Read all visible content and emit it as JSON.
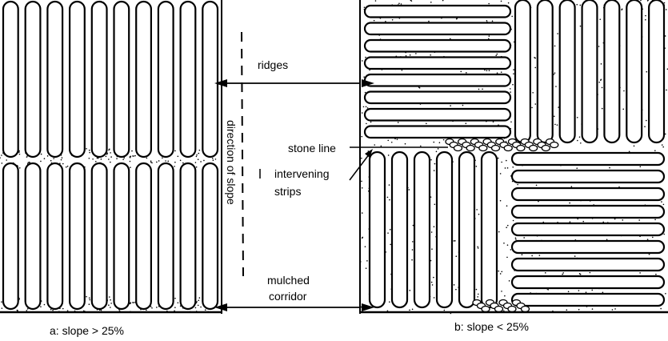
{
  "labels": {
    "ridges": "ridges",
    "direction_of_slope": "direction of slope",
    "stone_line": "stone line",
    "intervening_strips_1": "intervening",
    "intervening_strips_2": "strips",
    "mulched_corridor_1": "mulched",
    "mulched_corridor_2": "corridor"
  },
  "captions": {
    "a": "a:  slope  > 25%",
    "b": "b:  slope  < 25%"
  }
}
